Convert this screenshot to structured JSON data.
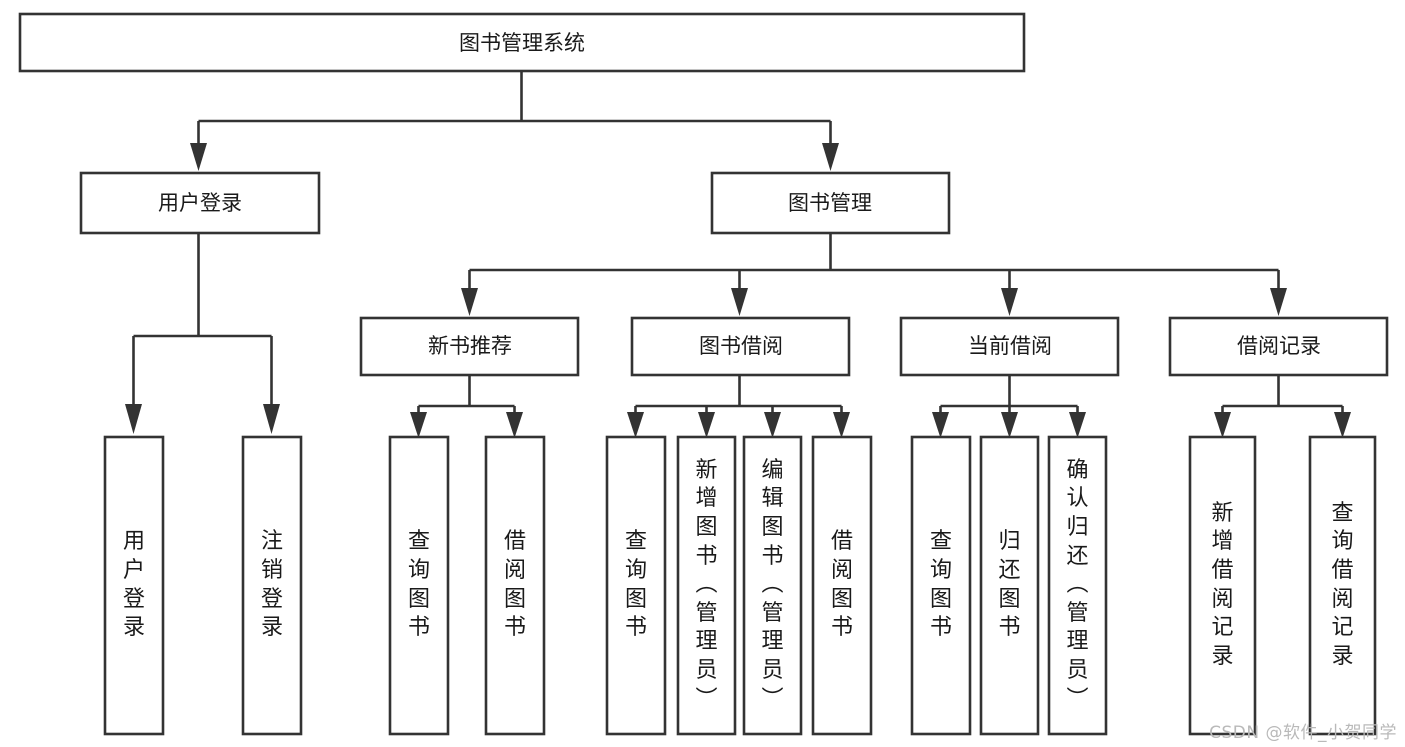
{
  "diagram": {
    "title": "图书管理系统",
    "type": "tree",
    "watermark": "CSDN @软件_小贺同学",
    "colors": {
      "stroke": "#333333",
      "fill": "#ffffff",
      "text": "#1a1a1a",
      "watermark": "#b9b9b9",
      "background": "#ffffff"
    },
    "root": {
      "id": "root",
      "label": "图书管理系统",
      "orientation": "horizontal"
    },
    "level2": [
      {
        "id": "user-login",
        "label": "用户登录",
        "orientation": "horizontal"
      },
      {
        "id": "book-manage",
        "label": "图书管理",
        "orientation": "horizontal"
      }
    ],
    "level3": [
      {
        "id": "new-book-recommend",
        "label": "新书推荐",
        "orientation": "horizontal",
        "parent": "book-manage"
      },
      {
        "id": "book-borrow",
        "label": "图书借阅",
        "orientation": "horizontal",
        "parent": "book-manage"
      },
      {
        "id": "current-borrow",
        "label": "当前借阅",
        "orientation": "horizontal",
        "parent": "book-manage"
      },
      {
        "id": "borrow-record",
        "label": "借阅记录",
        "orientation": "horizontal",
        "parent": "book-manage"
      }
    ],
    "leaves": [
      {
        "id": "leaf-user-login",
        "label": "用户登录",
        "orientation": "vertical",
        "parent": "user-login"
      },
      {
        "id": "leaf-user-logout",
        "label": "注销登录",
        "orientation": "vertical",
        "parent": "user-login"
      },
      {
        "id": "leaf-query-book-1",
        "label": "查询图书",
        "orientation": "vertical",
        "parent": "new-book-recommend"
      },
      {
        "id": "leaf-borrow-book-1",
        "label": "借阅图书",
        "orientation": "vertical",
        "parent": "new-book-recommend"
      },
      {
        "id": "leaf-query-book-2",
        "label": "查询图书",
        "orientation": "vertical",
        "parent": "book-borrow"
      },
      {
        "id": "leaf-add-book",
        "label": "新增图书（管理员）",
        "orientation": "vertical",
        "parent": "book-borrow"
      },
      {
        "id": "leaf-edit-book",
        "label": "编辑图书（管理员）",
        "orientation": "vertical",
        "parent": "book-borrow"
      },
      {
        "id": "leaf-borrow-book-2",
        "label": "借阅图书",
        "orientation": "vertical",
        "parent": "book-borrow"
      },
      {
        "id": "leaf-query-book-3",
        "label": "查询图书",
        "orientation": "vertical",
        "parent": "current-borrow"
      },
      {
        "id": "leaf-return-book",
        "label": "归还图书",
        "orientation": "vertical",
        "parent": "current-borrow"
      },
      {
        "id": "leaf-confirm-return",
        "label": "确认归还（管理员）",
        "orientation": "vertical",
        "parent": "current-borrow"
      },
      {
        "id": "leaf-add-record",
        "label": "新增借阅记录",
        "orientation": "vertical",
        "parent": "borrow-record"
      },
      {
        "id": "leaf-query-record",
        "label": "查询借阅记录",
        "orientation": "vertical",
        "parent": "borrow-record"
      }
    ]
  }
}
